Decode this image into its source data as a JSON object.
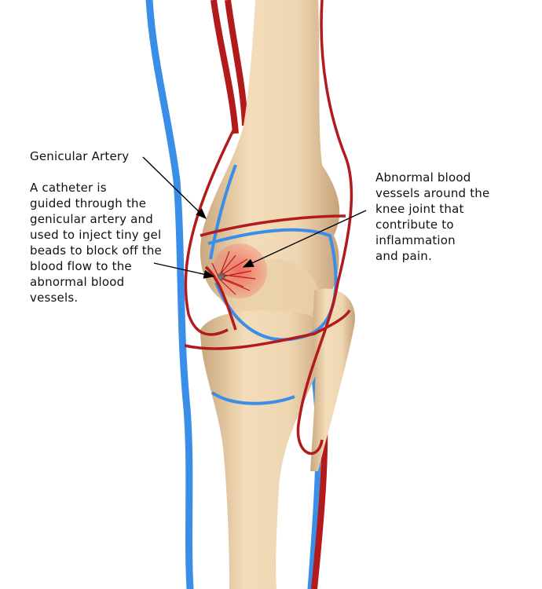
{
  "labels": {
    "genicular_artery": "Genicular Artery",
    "catheter_text": "A catheter is\nguided through the\ngenicular artery and\nused to inject tiny gel\nbeads to block off the\nblood flow to the\nabnormal blood\nvessels.",
    "abnormal_text": "Abnormal blood\nvessels around the\nknee joint that\ncontribute to\ninflammation\nand pain."
  },
  "colors": {
    "bone": "#ecd2ab",
    "artery": "#b8191c",
    "vein": "#3b8ee8",
    "inflammation": "#f06a5a"
  }
}
